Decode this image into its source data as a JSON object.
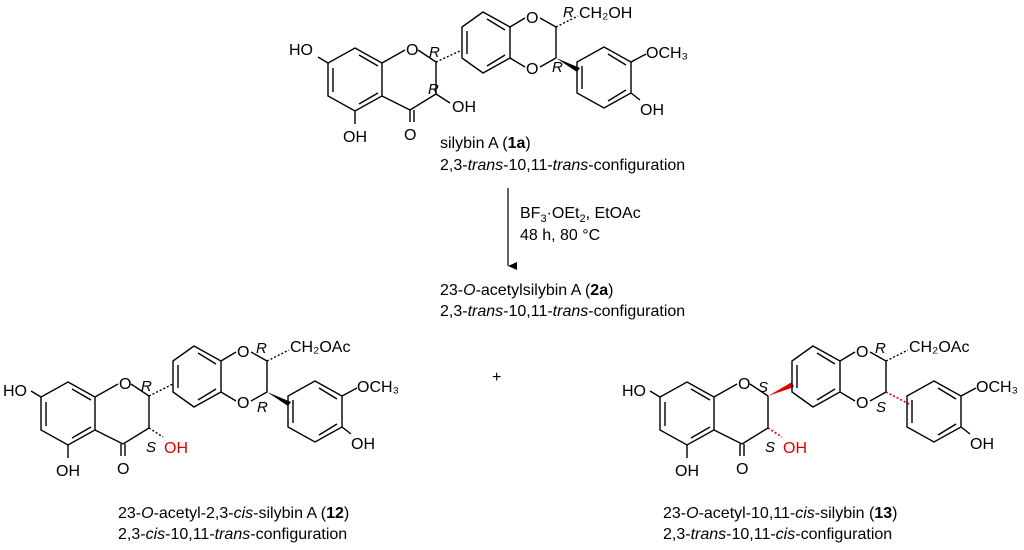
{
  "reaction": {
    "conditions_line1_pre": "BF",
    "conditions_line1_sub1": "3",
    "conditions_line1_mid": "·OEt",
    "conditions_line1_sub2": "2",
    "conditions_line1_post": ", EtOAc",
    "conditions_line2": "48 h, 80 °C",
    "plus": "+"
  },
  "compound_1a": {
    "name_pre": "silybin A (",
    "name_num": "1a",
    "name_post": ")",
    "config_a": "2,3-",
    "config_b": "trans",
    "config_c": "-10,11-",
    "config_d": "trans",
    "config_e": "-configuration",
    "labels": {
      "ho": "HO",
      "oh_bottom": "OH",
      "oh_c3": "OH",
      "oh_ar": "OH",
      "o_ring1": "O",
      "o_ring2a": "O",
      "o_ring2b": "O",
      "o_carbonyl": "O",
      "ch2oh": "CH₂OH",
      "och3": "OCH₃",
      "r1": "R",
      "r2": "R",
      "r3": "R",
      "r4": "R"
    }
  },
  "compound_2a": {
    "name_pre": "23-",
    "name_o": "O",
    "name_mid": "-acetylsilybin A (",
    "name_num": "2a",
    "name_post": ")",
    "config_a": "2,3-",
    "config_b": "trans",
    "config_c": "-10,11-",
    "config_d": "trans",
    "config_e": "-configuration"
  },
  "compound_12": {
    "name_pre": "23-",
    "name_o": "O",
    "name_mid1": "-acetyl-2,3-",
    "name_cis": "cis",
    "name_mid2": "-silybin A (",
    "name_num": "12",
    "name_post": ")",
    "config_a": "2,3-",
    "config_b": "cis",
    "config_c": "-10,11-",
    "config_d": "trans",
    "config_e": "-configuration",
    "labels": {
      "ho": "HO",
      "oh_bottom": "OH",
      "oh_c3": "OH",
      "oh_ar": "OH",
      "o_ring1": "O",
      "o_ring2a": "O",
      "o_ring2b": "O",
      "o_carbonyl": "O",
      "ch2oac": "CH₂OAc",
      "och3": "OCH₃",
      "r1": "R",
      "s1": "S",
      "r2": "R",
      "r3": "R"
    }
  },
  "compound_13": {
    "name_pre": "23-",
    "name_o": "O",
    "name_mid1": "-acetyl-10,11-",
    "name_cis": "cis",
    "name_mid2": "-silybin (",
    "name_num": "13",
    "name_post": ")",
    "config_a": "2,3-",
    "config_b": "trans",
    "config_c": "-10,11-",
    "config_d": "cis",
    "config_e": "-configuration",
    "labels": {
      "ho": "HO",
      "oh_bottom": "OH",
      "oh_c3": "OH",
      "oh_ar": "OH",
      "o_ring1": "O",
      "o_ring2a": "O",
      "o_ring2b": "O",
      "o_carbonyl": "O",
      "ch2oac": "CH₂OAc",
      "och3": "OCH₃",
      "s1": "S",
      "s2": "S",
      "r1": "R",
      "s3": "S"
    }
  },
  "colors": {
    "highlight": "#e00000",
    "ink": "#000000",
    "background": "#ffffff"
  }
}
